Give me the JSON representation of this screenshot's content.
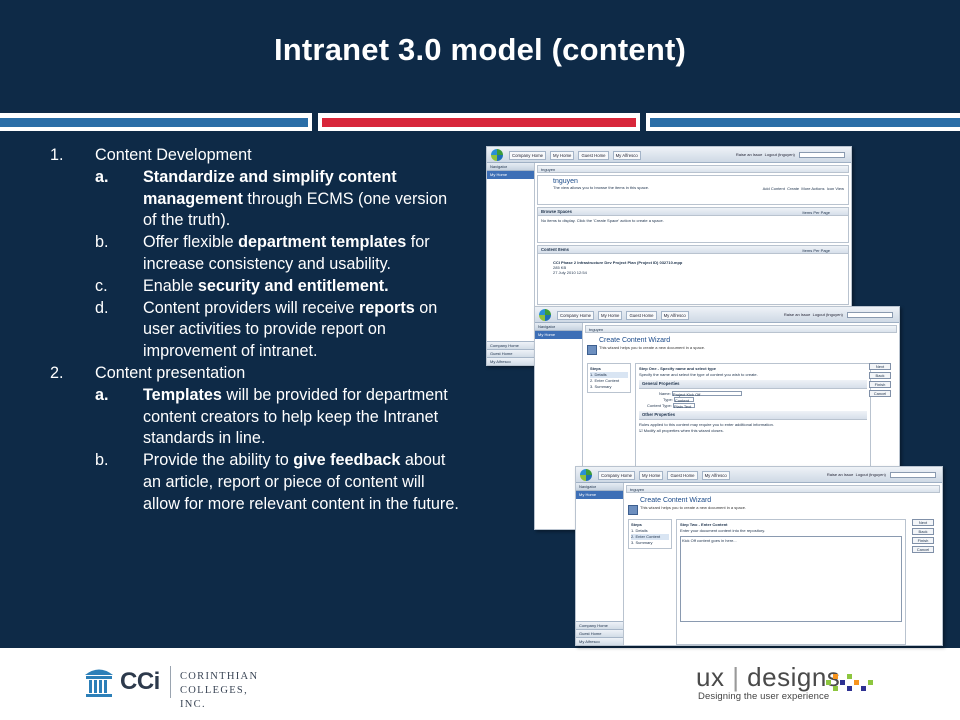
{
  "slide": {
    "title": "Intranet 3.0 model (content)"
  },
  "sections": [
    {
      "number": "1.",
      "label": "Content Development",
      "items": [
        {
          "letter": "a.",
          "parts": [
            {
              "t": "Standardize and simplify content management",
              "bold": true
            },
            {
              "t": " through ECMS (one version of the truth).",
              "bold": false
            }
          ]
        },
        {
          "letter": "b.",
          "parts": [
            {
              "t": "Offer flexible ",
              "bold": false
            },
            {
              "t": "department templates",
              "bold": true
            },
            {
              "t": " for increase consistency and usability.",
              "bold": false
            }
          ]
        },
        {
          "letter": "c.",
          "parts": [
            {
              "t": "Enable ",
              "bold": false
            },
            {
              "t": "security and entitlement.",
              "bold": true
            }
          ]
        },
        {
          "letter": "d.",
          "parts": [
            {
              "t": "Content providers will receive ",
              "bold": false
            },
            {
              "t": "reports",
              "bold": true
            },
            {
              "t": " on user activities to provide report on improvement of intranet.",
              "bold": false
            }
          ]
        }
      ]
    },
    {
      "number": "2.",
      "label": "Content presentation",
      "items": [
        {
          "letter": "a.",
          "parts": [
            {
              "t": "Templates",
              "bold": true
            },
            {
              "t": " will be provided for department content creators to help keep the Intranet standards in line.",
              "bold": false
            }
          ]
        },
        {
          "letter": "b.",
          "parts": [
            {
              "t": "Provide the ability to ",
              "bold": false
            },
            {
              "t": "give feedback",
              "bold": true
            },
            {
              "t": " about an article, report or piece of content will allow for more relevant content in the future.",
              "bold": false
            }
          ]
        }
      ]
    }
  ],
  "screens": {
    "tabs": [
      "Company Home",
      "My Home",
      "Guest Home",
      "My Alfresco"
    ],
    "raise_issue": "Raise an Issue",
    "logout": "Logout (tnguyen)",
    "navigator": "Navigator",
    "nav_selected": "My Home",
    "nav_footer": [
      "Company Home",
      "Guest Home",
      "My Alfresco"
    ],
    "user_crumb": "tnguyen",
    "user_name": "tnguyen",
    "user_desc": "The view allows you to browse the items in this space.",
    "toolbar_actions": [
      "Add Content",
      "Create",
      "More Actions",
      "Icon View"
    ],
    "browse_spaces": "Browse Spaces",
    "items_per_page": "Items Per Page",
    "no_items": "No items to display. Click the 'Create Space' action to create a space.",
    "content_items": "Content Items",
    "doc_title": "CCI Phase 2 Infrastructure Dev Project Plan (Project ID) 032710.mpp",
    "doc_size": "285 KB",
    "doc_date": "27 July 2010 12:54",
    "wizard_title": "Create Content Wizard",
    "wizard_sub": "This wizard helps you to create a new document in a space.",
    "steps_label": "Steps",
    "steps": [
      "1. Details",
      "2. Enter Content",
      "3. Summary"
    ],
    "step1_title": "Step One - Specify name and select type",
    "step1_sub": "Specify the name and select the type of content you wish to create.",
    "general_props": "General Properties",
    "name_label": "Name:",
    "name_value": "Project Kick Off",
    "type_label": "Type:",
    "type_value": "Content",
    "ctype_label": "Content Type:",
    "ctype_value": "Plain Text",
    "other_props": "Other Properties",
    "other_props_desc": "Rules applied to this content may require you to enter additional information.",
    "modify_all": "Modify all properties when this wizard closes.",
    "step2_title": "Step Two - Enter Content",
    "step2_sub": "Enter your document content into the repository.",
    "editor_text": "Kick Off content goes in here...",
    "buttons": [
      "Next",
      "Back",
      "Finish",
      "Cancel"
    ]
  },
  "footer": {
    "cci_mark": "CCi",
    "cci_name_1": "CORINTHIAN",
    "cci_name_2": "COLLEGES, INC.",
    "ux_left": "ux",
    "ux_right": "designs",
    "ux_tagline": "Designing the user experience"
  },
  "colors": {
    "background": "#0e2a47",
    "band_blue": "#2a6ea7",
    "band_red": "#d8263a",
    "alfresco_blue": "#3d6fb6"
  }
}
